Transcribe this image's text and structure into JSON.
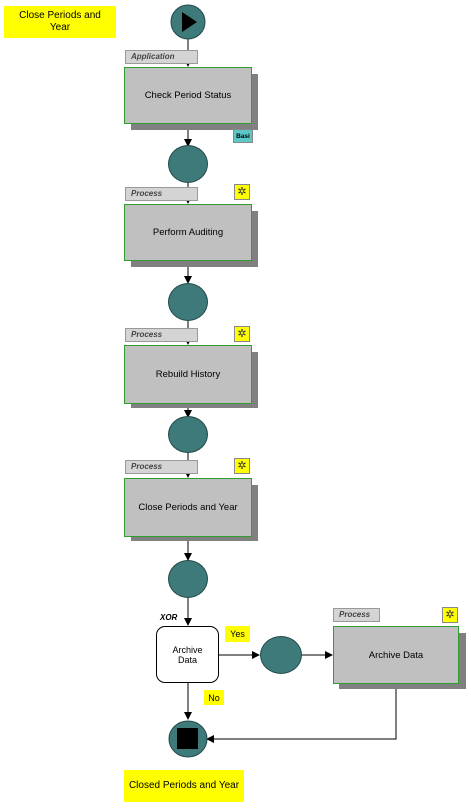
{
  "top_note": "Close Periods and Year",
  "bottom_note": "Closed Periods and Year",
  "steps": [
    {
      "tag": "Application",
      "label": "Check Period Status",
      "badge": "Basi"
    },
    {
      "tag": "Process",
      "label": "Perform Auditing",
      "icon": "gear-icon"
    },
    {
      "tag": "Process",
      "label": "Rebuild History",
      "icon": "gear-icon"
    },
    {
      "tag": "Process",
      "label": "Close Periods and Year",
      "icon": "gear-icon"
    }
  ],
  "decision": {
    "tag": "XOR",
    "label": "Archive Data",
    "yes_label": "Yes",
    "no_label": "No"
  },
  "archive_step": {
    "tag": "Process",
    "label": "Archive Data",
    "icon": "gear-icon"
  },
  "colors": {
    "connector": "#3f7a7a",
    "note": "#ffff00",
    "box": "#c0c0c0",
    "box_border": "#2e9e2e"
  }
}
